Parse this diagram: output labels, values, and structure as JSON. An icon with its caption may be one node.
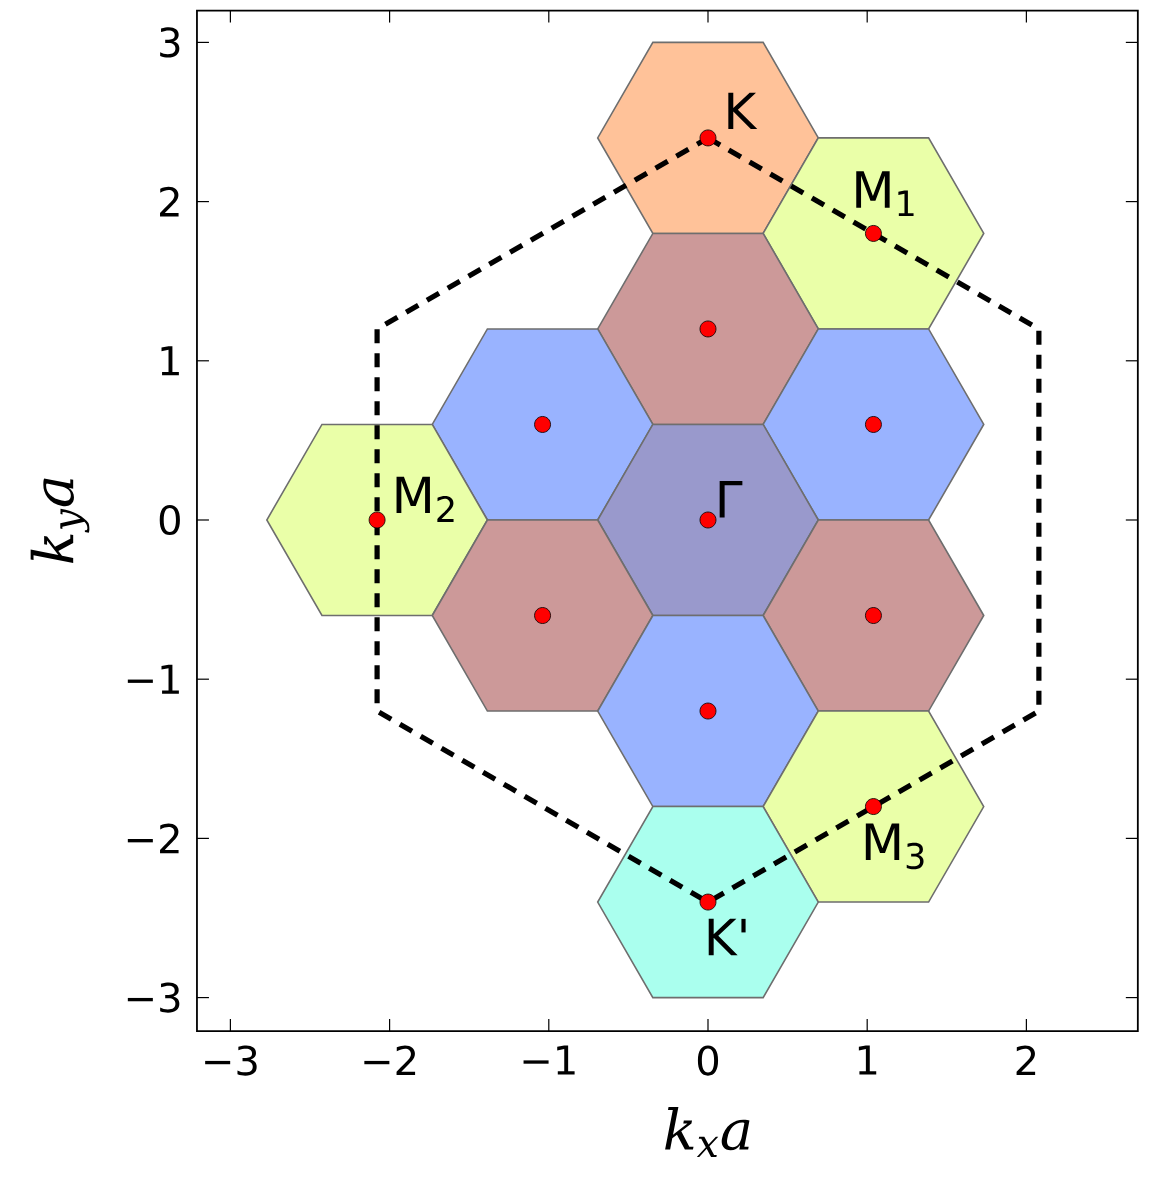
{
  "diagram": {
    "nodes": [
      {
        "text": [
          "K"
        ]
      },
      {
        "text": [
          "M$_{1}$"
        ]
      },
      {
        "text": [],
        "shape": "hexagon"
      },
      {
        "text": [],
        "shape": "hexagon"
      },
      {
        "text": [],
        "shape": "hexagon"
      },
      {
        "text": [
          "M$_{2}$"
        ]
      },
      {
        "text": [
          "Γ"
        ]
      },
      {
        "text": [],
        "shape": "hexagon"
      },
      {
        "text": [],
        "shape": "hexagon"
      },
      {
        "text": [],
        "shape": "hexagon"
      },
      {
        "text": [
          "M$_{3}$"
        ]
      },
      {
        "text": [
          "K'"
        ]
      }
    ],
    "edges": [],
    "labels": [
      "3",
      "2",
      "1",
      "0",
      "−1",
      "−2",
      "−3",
      "k$_{y}$a",
      "−3",
      "−2",
      "−1",
      "0",
      "1",
      "2",
      "k$_{x}$a"
    ]
  }
}
